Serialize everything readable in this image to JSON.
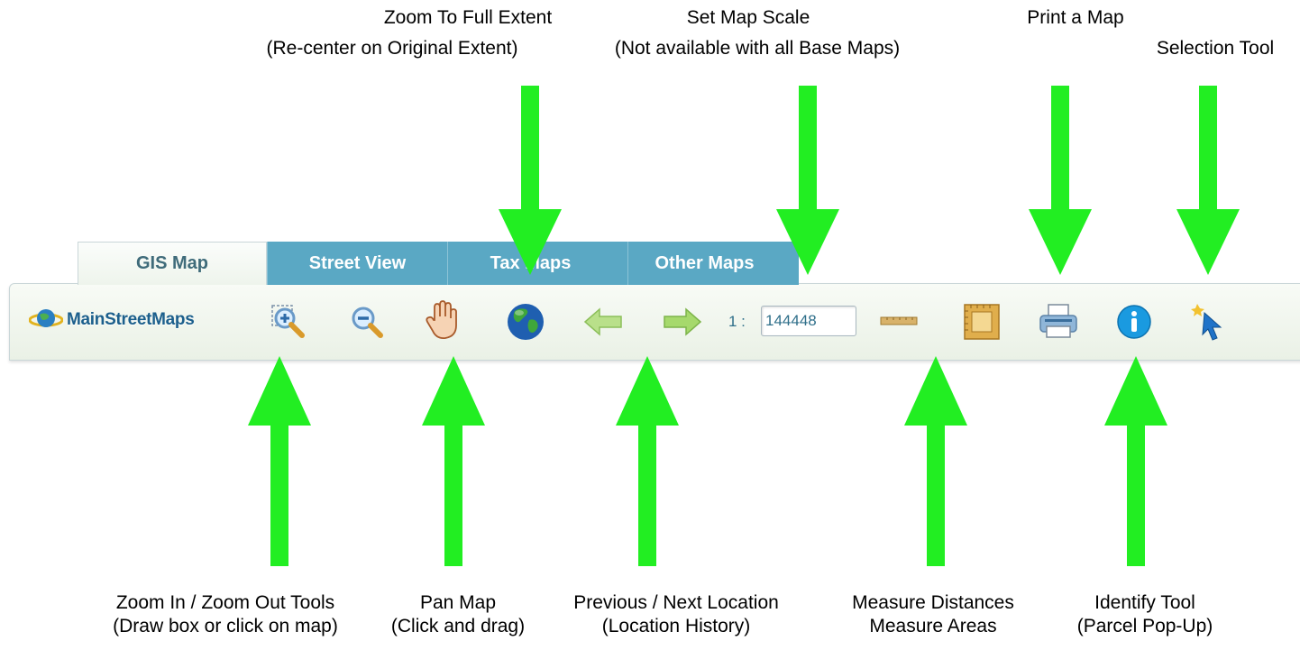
{
  "top_captions": [
    {
      "line1": "Zoom To Full Extent",
      "line2": "(Re-center on Original Extent)"
    },
    {
      "line1": "Set Map Scale",
      "line2": "(Not available with all Base Maps)"
    },
    {
      "line1": "Print a Map",
      "line2": ""
    },
    {
      "line1": "",
      "line2": "Selection Tool"
    }
  ],
  "bottom_captions": [
    {
      "line1": "Zoom In / Zoom Out Tools",
      "line2": "(Draw box or click on map)"
    },
    {
      "line1": "Pan Map",
      "line2": "(Click and drag)"
    },
    {
      "line1": "Previous / Next Location",
      "line2": "(Location History)"
    },
    {
      "line1": "Measure Distances",
      "line2": "Measure Areas"
    },
    {
      "line1": "Identify Tool",
      "line2": "(Parcel Pop-Up)"
    }
  ],
  "tabs": [
    "GIS Map",
    "Street View",
    "Tax Maps",
    "Other Maps"
  ],
  "logo": {
    "text": "MainStreetMaps"
  },
  "scale": {
    "prefix": "1 :",
    "value": "144448"
  },
  "colors": {
    "arrow": "#22ee22",
    "tab_inactive": "#5aa8c4",
    "accent": "#2f6f8a"
  },
  "icons": [
    "zoom-in-icon",
    "zoom-out-icon",
    "pan-hand-icon",
    "globe-icon",
    "back-arrow-icon",
    "forward-arrow-icon",
    "ruler-icon",
    "area-measure-icon",
    "printer-icon",
    "info-icon",
    "selection-pointer-icon"
  ]
}
